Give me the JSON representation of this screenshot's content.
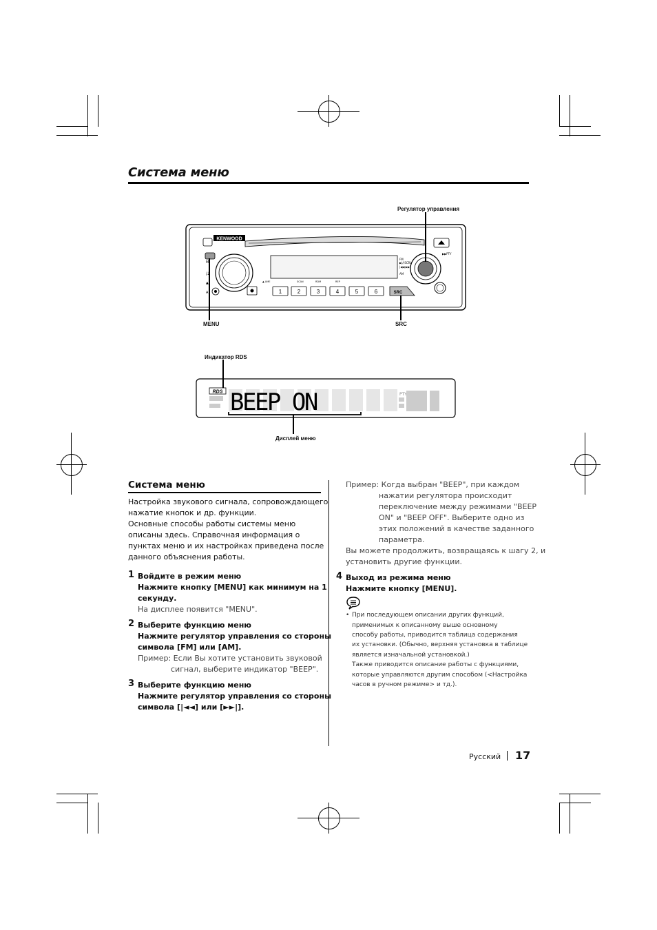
{
  "page": {
    "title": "Система меню",
    "language": "Русский",
    "number": "17"
  },
  "figure": {
    "brand": "KENWOOD",
    "callouts": {
      "control_knob": "Регулятор управления",
      "menu": "MENU",
      "src": "SRC",
      "rds_indicator": "Индикатор RDS",
      "display": "Дисплей меню"
    },
    "display_text": "BEEP ON",
    "rds_label": "RDS",
    "src_key": "SRC",
    "preset_keys": [
      "1",
      "2",
      "3",
      "4",
      "5",
      "6"
    ]
  },
  "section": {
    "title": "Система меню",
    "intro": [
      "Настройка звукового сигнала, сопровождающего",
      "нажатие кнопок и др. функции.",
      "Основные способы работы системы меню",
      "описаны здесь. Справочная информация о",
      "пунктах меню и их настройках приведена после",
      "данного объяснения работы."
    ],
    "steps": [
      {
        "num": "1",
        "heading": "Войдите в режим меню",
        "instr": [
          "Нажмите кнопку [MENU] как минимум на 1",
          "секунду."
        ],
        "note": [
          "На дисплее появится \"MENU\"."
        ]
      },
      {
        "num": "2",
        "heading": "Выберите функцию меню",
        "instr": [
          "Нажмите регулятор управления со стороны",
          "символа [FM] или [AM]."
        ],
        "note": [
          "Пример: Если Вы хотите установить звуковой",
          "сигнал, выберите индикатор \"BEEP\"."
        ]
      },
      {
        "num": "3",
        "heading": "Выберите функцию меню",
        "instr": [
          "Нажмите регулятор управления со стороны",
          "символа [|◄◄] или [►►|]."
        ]
      },
      {
        "num": "4",
        "heading": "Выход из режима меню",
        "instr": [
          "Нажмите кнопку [MENU]."
        ]
      }
    ],
    "example": [
      "Пример: Когда выбран \"BEEP\", при каждом",
      "нажатии регулятора происходит",
      "переключение между режимами \"BEEP",
      "ON\" и \"BEEP OFF\". Выберите одно из",
      "этих положений в качестве заданного",
      "параметра."
    ],
    "continue": [
      "Вы можете продолжить, возвращаясь к шагу 2, и",
      "установить другие функции."
    ],
    "footnote": [
      "При последующем описании других функций,",
      "применимых к описанному выше основному",
      "способу работы, приводится таблица содержания",
      "их установки. (Обычно, верхняя установка в таблице",
      "является изначальной установкой.)",
      "Также приводится описание работы с функциями,",
      "которые управляются другим способом (<Настройка",
      "часов в ручном режиме> и тд.)."
    ]
  }
}
